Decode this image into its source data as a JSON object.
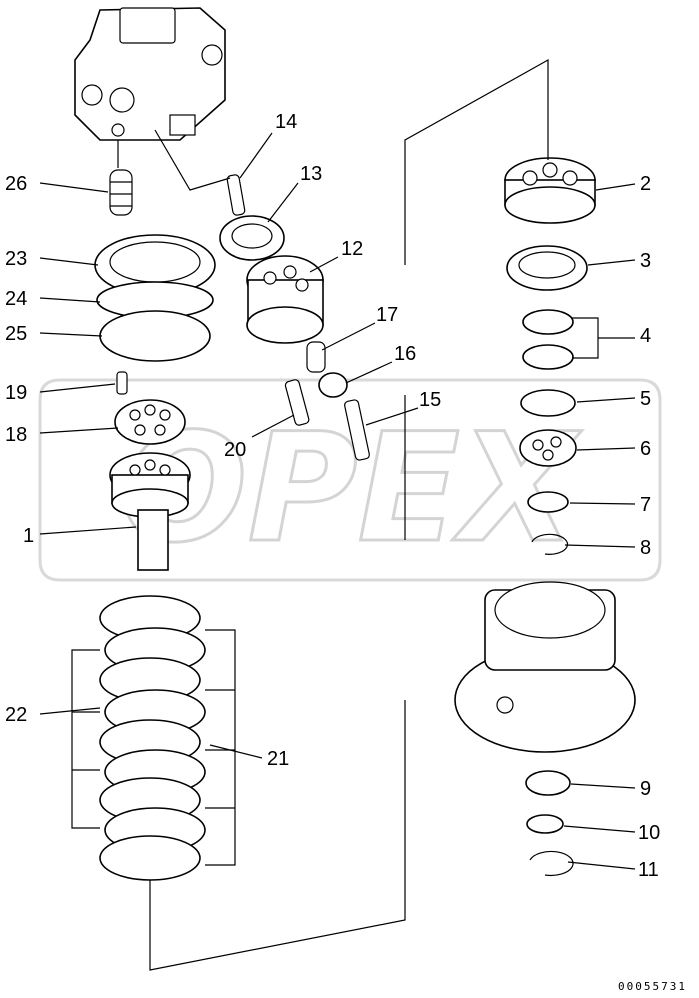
{
  "diagram": {
    "watermark": "OPEX",
    "drawing_code": "00055731",
    "callouts": [
      {
        "id": "c1",
        "label": "1"
      },
      {
        "id": "c2",
        "label": "2"
      },
      {
        "id": "c3",
        "label": "3"
      },
      {
        "id": "c4",
        "label": "4"
      },
      {
        "id": "c5",
        "label": "5"
      },
      {
        "id": "c6",
        "label": "6"
      },
      {
        "id": "c7",
        "label": "7"
      },
      {
        "id": "c8",
        "label": "8"
      },
      {
        "id": "c9",
        "label": "9"
      },
      {
        "id": "c10",
        "label": "10"
      },
      {
        "id": "c11",
        "label": "11"
      },
      {
        "id": "c12",
        "label": "12"
      },
      {
        "id": "c13",
        "label": "13"
      },
      {
        "id": "c14",
        "label": "14"
      },
      {
        "id": "c15",
        "label": "15"
      },
      {
        "id": "c16",
        "label": "16"
      },
      {
        "id": "c17",
        "label": "17"
      },
      {
        "id": "c18",
        "label": "18"
      },
      {
        "id": "c19",
        "label": "19"
      },
      {
        "id": "c20",
        "label": "20"
      },
      {
        "id": "c21",
        "label": "21"
      },
      {
        "id": "c22",
        "label": "22"
      },
      {
        "id": "c23",
        "label": "23"
      },
      {
        "id": "c24",
        "label": "24"
      },
      {
        "id": "c25",
        "label": "25"
      },
      {
        "id": "c26",
        "label": "26"
      }
    ]
  }
}
